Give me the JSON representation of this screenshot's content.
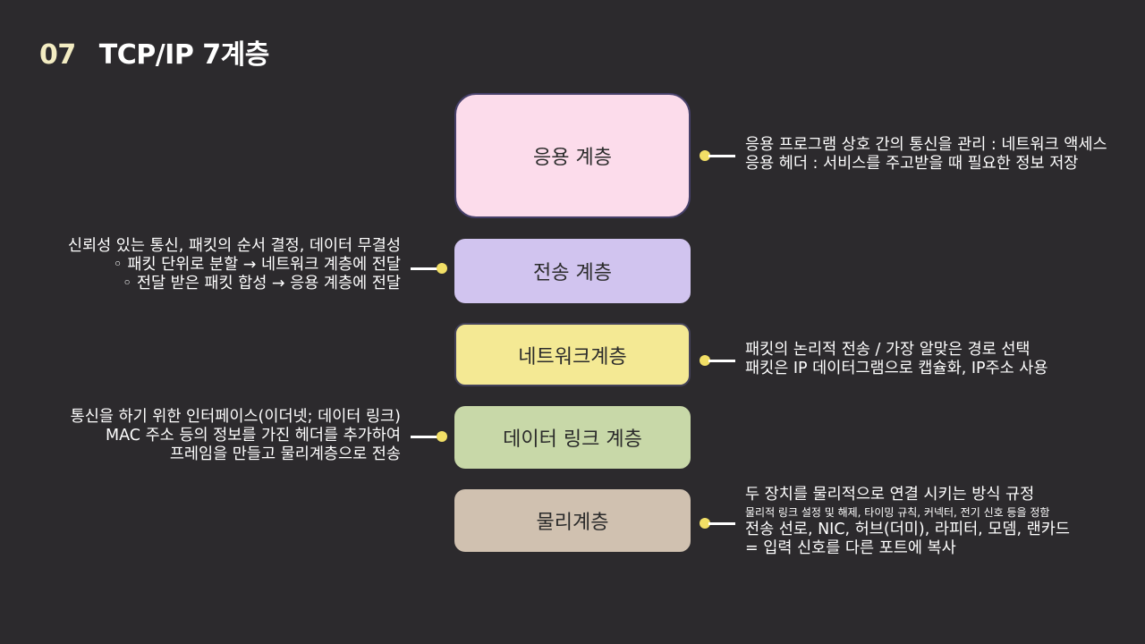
{
  "title": {
    "number": "07",
    "text": "TCP/IP 7계층"
  },
  "layers": [
    {
      "label": "응용 계층",
      "color": "#fcdceb"
    },
    {
      "label": "전송 계층",
      "color": "#d1c4ef"
    },
    {
      "label": "네트워크계층",
      "color": "#f4e994"
    },
    {
      "label": "데이터 링크 계층",
      "color": "#c8d8a8"
    },
    {
      "label": "물리계층",
      "color": "#d0c1b0"
    }
  ],
  "descriptions": {
    "application": [
      "응용 프로그램 상호 간의 통신을 관리 : 네트워크 액세스",
      "응용 헤더 : 서비스를 주고받을 때 필요한 정보 저장"
    ],
    "transport": [
      "신뢰성 있는 통신, 패킷의 순서 결정, 데이터 무결성",
      "◦ 패킷 단위로 분할 → 네트워크 계층에 전달",
      "◦  전달 받은 패킷 합성 → 응용 계층에 전달"
    ],
    "network": [
      "패킷의 논리적 전송 / 가장 알맞은 경로 선택",
      "패킷은 IP 데이터그램으로 캡슐화, IP주소 사용"
    ],
    "datalink": [
      "통신을 하기 위한 인터페이스(이더넷; 데이터 링크)",
      "MAC 주소 등의 정보를 가진 헤더를 추가하여",
      "프레임을 만들고 물리계층으로 전송"
    ],
    "physical": {
      "line1": "두 장치를 물리적으로 연결 시키는 방식 규정",
      "small": "물리적 링크 설정 및 해제, 타이밍 규칙, 커넥터, 전기 신호 등을 정함",
      "line3": "전송 선로, NIC, 허브(더미), 라피터, 모뎀, 랜카드",
      "line4": "= 입력 신호를 다른 포트에 복사"
    }
  },
  "accent": {
    "dot": "#f2df66",
    "background": "#2c2a2d"
  }
}
